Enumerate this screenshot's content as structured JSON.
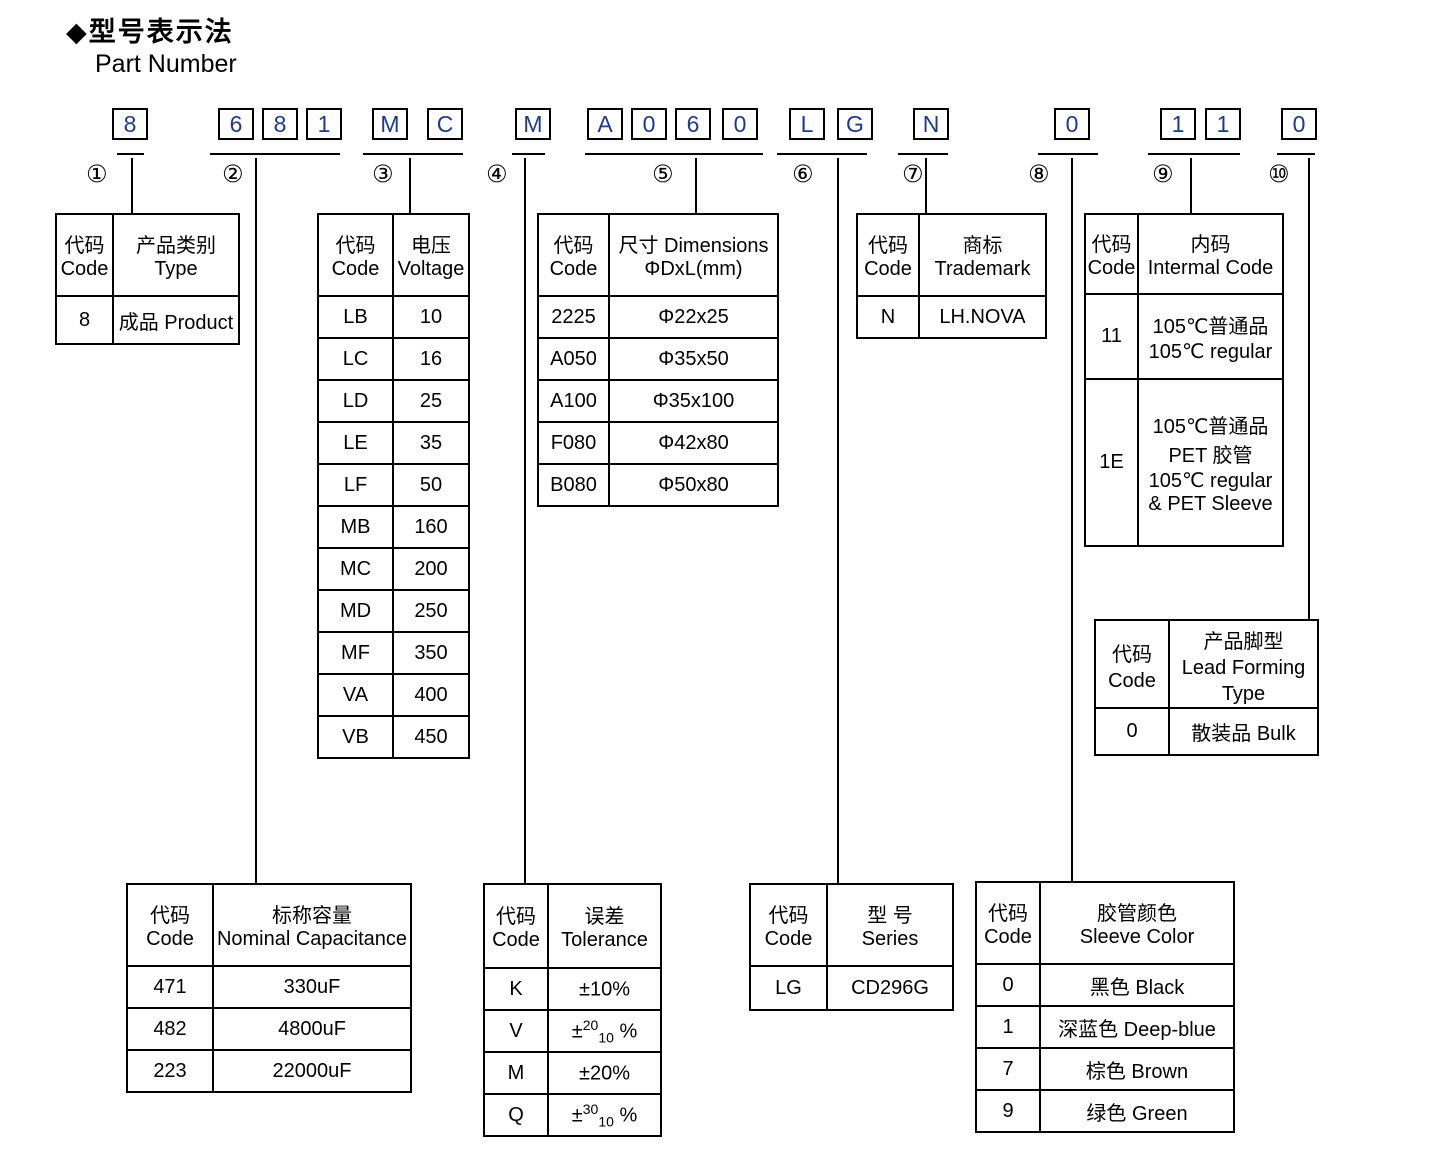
{
  "title": {
    "zh": "◆型号表示法",
    "en": "Part Number"
  },
  "colors": {
    "box_digit": "#1e3a8a"
  },
  "part_code": {
    "groups": [
      {
        "label": "①",
        "chars": [
          "8"
        ]
      },
      {
        "label": "②",
        "chars": [
          "6",
          "8",
          "1"
        ]
      },
      {
        "label": "③",
        "chars": [
          "M",
          "C"
        ]
      },
      {
        "label": "④",
        "chars": [
          "M"
        ]
      },
      {
        "label": "⑤",
        "chars": [
          "A",
          "0",
          "6",
          "0"
        ]
      },
      {
        "label": "⑥",
        "chars": [
          "L",
          "G"
        ]
      },
      {
        "label": "⑦",
        "chars": [
          "N"
        ]
      },
      {
        "label": "⑧",
        "chars": [
          "0"
        ]
      },
      {
        "label": "⑨",
        "chars": [
          "1",
          "1"
        ]
      },
      {
        "label": "⑩",
        "chars": [
          "0"
        ]
      }
    ]
  },
  "tables": {
    "type": {
      "hdr": {
        "c1z": "代码",
        "c1e": "Code",
        "c2z": "产品类别",
        "c2e": "Type"
      },
      "rows": [
        {
          "code": "8",
          "value": "成品 Product"
        }
      ]
    },
    "voltage": {
      "hdr": {
        "c1z": "代码",
        "c1e": "Code",
        "c2z": "电压",
        "c2e": "Voltage"
      },
      "rows": [
        {
          "code": "LB",
          "value": "10"
        },
        {
          "code": "LC",
          "value": "16"
        },
        {
          "code": "LD",
          "value": "25"
        },
        {
          "code": "LE",
          "value": "35"
        },
        {
          "code": "LF",
          "value": "50"
        },
        {
          "code": "MB",
          "value": "160"
        },
        {
          "code": "MC",
          "value": "200"
        },
        {
          "code": "MD",
          "value": "250"
        },
        {
          "code": "MF",
          "value": "350"
        },
        {
          "code": "VA",
          "value": "400"
        },
        {
          "code": "VB",
          "value": "450"
        }
      ]
    },
    "dimensions": {
      "hdr": {
        "c1z": "代码",
        "c1e": "Code",
        "c2z": "尺寸 Dimensions",
        "c2e": "ΦDxL(mm)"
      },
      "rows": [
        {
          "code": "2225",
          "value": "Φ22x25"
        },
        {
          "code": "A050",
          "value": "Φ35x50"
        },
        {
          "code": "A100",
          "value": "Φ35x100"
        },
        {
          "code": "F080",
          "value": "Φ42x80"
        },
        {
          "code": "B080",
          "value": "Φ50x80"
        }
      ]
    },
    "trademark": {
      "hdr": {
        "c1z": "代码",
        "c1e": "Code",
        "c2z": "商标",
        "c2e": "Trademark"
      },
      "rows": [
        {
          "code": "N",
          "value": "LH.NOVA"
        }
      ]
    },
    "internal": {
      "hdr": {
        "c1z": "代码",
        "c1e": "Code",
        "c2z": "内码",
        "c2e": "Intermal Code"
      },
      "rows": [
        {
          "code": "11",
          "lines": [
            "105℃普通品",
            "105℃  regular"
          ]
        },
        {
          "code": "1E",
          "lines": [
            "105℃普通品",
            "PET 胶管",
            "105℃  regular",
            "& PET Sleeve"
          ]
        }
      ]
    },
    "lead_forming": {
      "hdr": {
        "c1z": "代码",
        "c1e": "Code",
        "c2l1": "产品脚型",
        "c2l2": "Lead Forming",
        "c2l3": "Type"
      },
      "rows": [
        {
          "code": "0",
          "value": "散装品 Bulk"
        }
      ]
    },
    "capacitance": {
      "hdr": {
        "c1z": "代码",
        "c1e": "Code",
        "c2z": "标称容量",
        "c2e": "Nominal Capacitance"
      },
      "rows": [
        {
          "code": "471",
          "value": "330uF"
        },
        {
          "code": "482",
          "value": "4800uF"
        },
        {
          "code": "223",
          "value": "22000uF"
        }
      ]
    },
    "tolerance": {
      "hdr": {
        "c1z": "代码",
        "c1e": "Code",
        "c2z": "误差",
        "c2e": "Tolerance"
      },
      "rows": [
        {
          "code": "K",
          "value": "±10%"
        },
        {
          "code": "V",
          "value": "±",
          "sup": "20",
          "sub": "10",
          "pct": " %"
        },
        {
          "code": "M",
          "value": "±20%"
        },
        {
          "code": "Q",
          "value": "±",
          "sup": "30",
          "sub": "10",
          "pct": " %"
        }
      ]
    },
    "series": {
      "hdr": {
        "c1z": "代码",
        "c1e": "Code",
        "c2z": "型 号",
        "c2e": "Series"
      },
      "rows": [
        {
          "code": "LG",
          "value": "CD296G"
        }
      ]
    },
    "sleeve": {
      "hdr": {
        "c1z": "代码",
        "c1e": "Code",
        "c2z": "胶管颜色",
        "c2e": "Sleeve Color"
      },
      "rows": [
        {
          "code": "0",
          "value": "黑色 Black"
        },
        {
          "code": "1",
          "value": "深蓝色 Deep-blue"
        },
        {
          "code": "7",
          "value": "棕色 Brown"
        },
        {
          "code": "9",
          "value": "绿色 Green"
        }
      ]
    }
  }
}
